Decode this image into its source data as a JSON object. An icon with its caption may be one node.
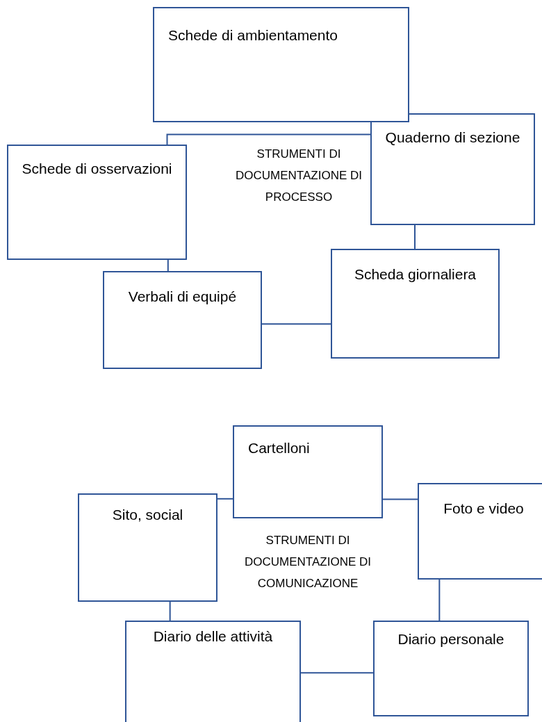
{
  "diagram": {
    "nodes": [
      {
        "text": [
          "Schede di ambientamento"
        ]
      },
      {
        "text": [
          "Quaderno di sezione"
        ]
      },
      {
        "text": [
          "Schede di osservazioni"
        ]
      },
      {
        "text": [
          "Scheda giornaliera"
        ]
      },
      {
        "text": [
          "Verbali di equipé"
        ]
      },
      {
        "text": [
          "Cartelloni"
        ]
      },
      {
        "text": [
          "Sito, social"
        ]
      },
      {
        "text": [
          "Foto e video"
        ]
      },
      {
        "text": [
          "Diario delle attività"
        ]
      },
      {
        "text": [
          "Diario personale"
        ]
      }
    ],
    "edges": [
      {
        "from": 2,
        "to": 1,
        "arrow": "none"
      },
      {
        "from": 1,
        "to": 3,
        "arrow": "none"
      },
      {
        "from": 2,
        "to": 4,
        "arrow": "none"
      },
      {
        "from": 4,
        "to": 3,
        "arrow": "none"
      },
      {
        "from": 6,
        "to": 5,
        "arrow": "none"
      },
      {
        "from": 5,
        "to": 7,
        "arrow": "none"
      },
      {
        "from": 6,
        "to": 8,
        "arrow": "none"
      },
      {
        "from": 7,
        "to": 9,
        "arrow": "none"
      },
      {
        "from": 8,
        "to": 9,
        "arrow": "none"
      }
    ],
    "labels": [
      "STRUMENTI DI DOCUMENTAZIONE DI PROCESSO",
      "STRUMENTI DI DOCUMENTAZIONE DI COMUNICAZIONE"
    ]
  }
}
